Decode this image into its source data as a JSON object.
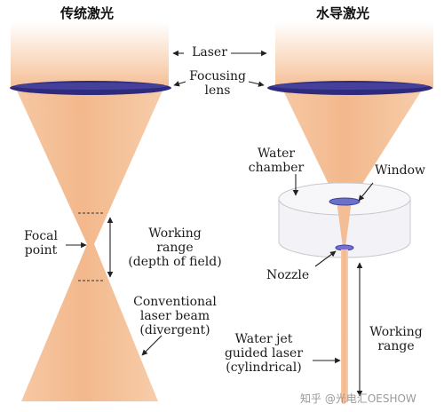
{
  "titles": {
    "left": "传统激光",
    "right": "水导激光"
  },
  "labels": {
    "laser": "Laser",
    "focusing_lens": [
      "Focusing",
      "lens"
    ],
    "focal_point": [
      "Focal",
      "point"
    ],
    "working_range_dof": [
      "Working",
      "range",
      "(depth of field)"
    ],
    "conventional_beam": [
      "Conventional",
      "laser beam",
      "(divergent)"
    ],
    "water_chamber": [
      "Water",
      "chamber"
    ],
    "window": "Window",
    "nozzle": "Nozzle",
    "water_jet": [
      "Water jet",
      "guided laser",
      "(cylindrical)"
    ],
    "working_range": [
      "Working",
      "range"
    ]
  },
  "watermark": "知乎 @光电汇OESHOW",
  "colors": {
    "beam": "#f2b98e",
    "beam_light": "#fbe3cf",
    "lens": "#2e2a7d",
    "window": "#6b70c8",
    "chamber": "#d8d8de",
    "arrow": "#222222"
  }
}
